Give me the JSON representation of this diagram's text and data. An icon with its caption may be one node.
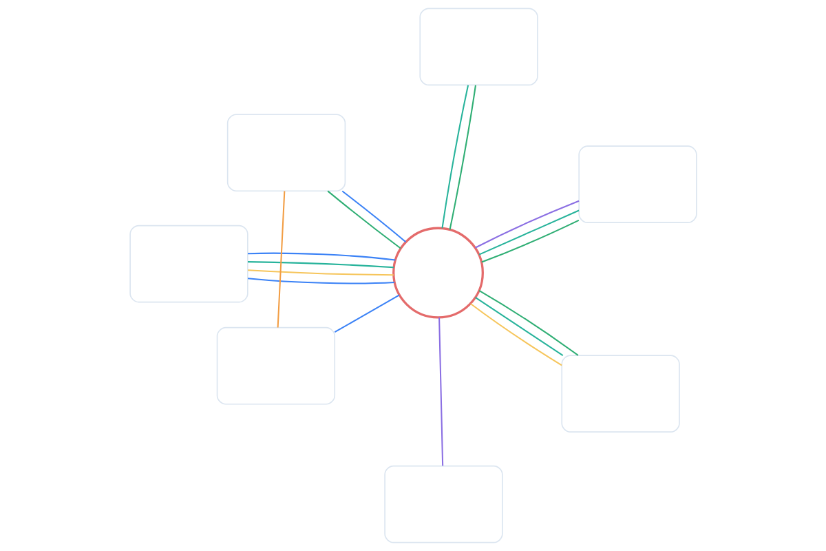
{
  "diagram": {
    "nodes": [
      {
        "text": [],
        "shape": "box"
      },
      {
        "text": [],
        "shape": "box"
      },
      {
        "text": [],
        "shape": "box"
      },
      {
        "text": [],
        "shape": "box"
      },
      {
        "text": [],
        "shape": "circle"
      },
      {
        "text": [],
        "shape": "box"
      },
      {
        "text": [],
        "shape": "box"
      },
      {
        "text": [],
        "shape": "box"
      }
    ],
    "edges": [
      {
        "from": 0,
        "to": 4,
        "arrow": "none",
        "color": "#2fae74"
      },
      {
        "from": 0,
        "to": 4,
        "arrow": "none",
        "color": "#27b39b"
      },
      {
        "from": 1,
        "to": 4,
        "arrow": "none",
        "color": "#8b6fe3"
      },
      {
        "from": 2,
        "to": 4,
        "arrow": "none",
        "color": "#f6c55b"
      },
      {
        "from": 2,
        "to": 4,
        "arrow": "none",
        "color": "#2fae74"
      },
      {
        "from": 2,
        "to": 4,
        "arrow": "none",
        "color": "#27b39b"
      },
      {
        "from": 3,
        "to": 4,
        "arrow": "none",
        "color": "#3b82f6"
      },
      {
        "from": 3,
        "to": 4,
        "arrow": "none",
        "color": "#3b82f6"
      },
      {
        "from": 3,
        "to": 4,
        "arrow": "none",
        "color": "#f6c55b"
      },
      {
        "from": 3,
        "to": 4,
        "arrow": "none",
        "color": "#27b39b"
      },
      {
        "from": 5,
        "to": 4,
        "arrow": "none",
        "color": "#3b82f6"
      },
      {
        "from": 5,
        "to": 7,
        "arrow": "none",
        "color": "#f29d43"
      },
      {
        "from": 6,
        "to": 4,
        "arrow": "none",
        "color": "#2fae74"
      },
      {
        "from": 6,
        "to": 4,
        "arrow": "none",
        "color": "#8b6fe3"
      },
      {
        "from": 6,
        "to": 4,
        "arrow": "none",
        "color": "#27b39b"
      },
      {
        "from": 7,
        "to": 4,
        "arrow": "none",
        "color": "#3b82f6"
      },
      {
        "from": 7,
        "to": 4,
        "arrow": "none",
        "color": "#2fae74"
      }
    ]
  }
}
